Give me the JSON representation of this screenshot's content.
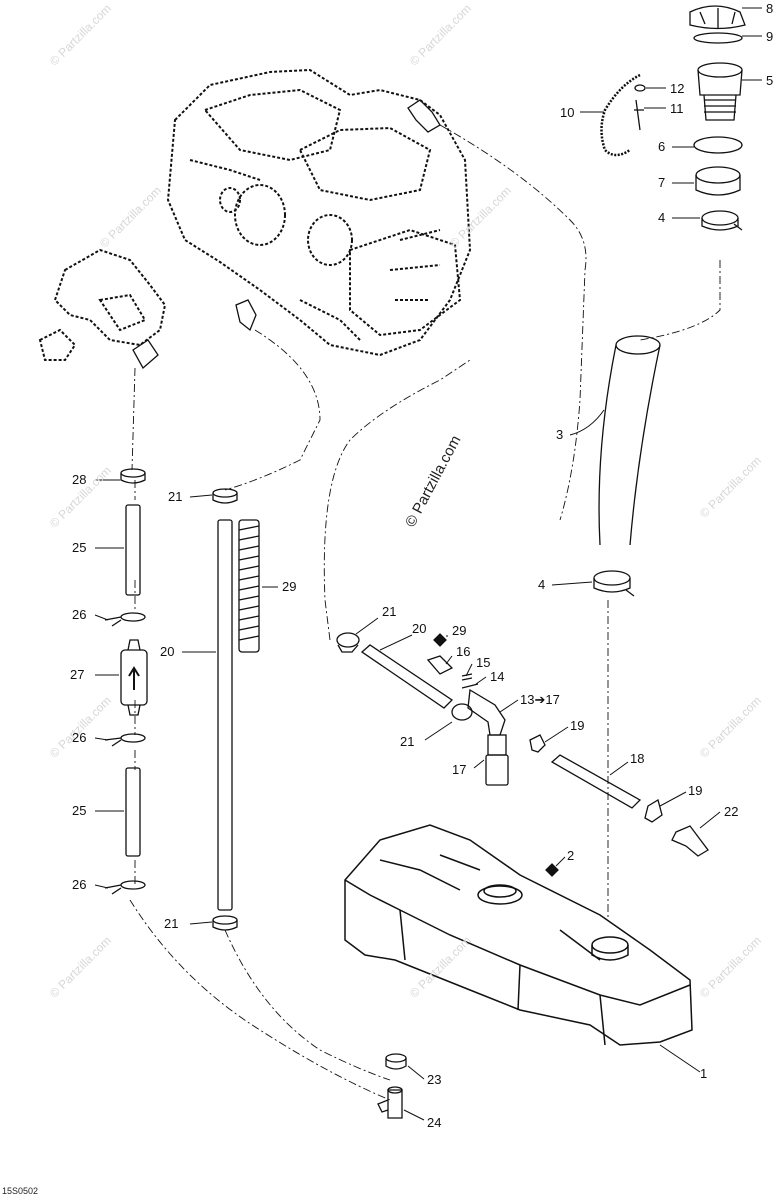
{
  "watermark": "© Partzilla.com",
  "center_watermark": "© Partzilla.com",
  "drawing_code": "15S0502",
  "callouts": [
    {
      "id": "c8",
      "text": "8"
    },
    {
      "id": "c9",
      "text": "9"
    },
    {
      "id": "c5",
      "text": "5"
    },
    {
      "id": "c12",
      "text": "12"
    },
    {
      "id": "c11",
      "text": "11"
    },
    {
      "id": "c10",
      "text": "10"
    },
    {
      "id": "c6",
      "text": "6"
    },
    {
      "id": "c7",
      "text": "7"
    },
    {
      "id": "c4a",
      "text": "4"
    },
    {
      "id": "c3",
      "text": "3"
    },
    {
      "id": "c4b",
      "text": "4"
    },
    {
      "id": "c28",
      "text": "28"
    },
    {
      "id": "c21a",
      "text": "21"
    },
    {
      "id": "c25a",
      "text": "25"
    },
    {
      "id": "c29a",
      "text": "29"
    },
    {
      "id": "c26a",
      "text": "26"
    },
    {
      "id": "c20a",
      "text": "20"
    },
    {
      "id": "c27",
      "text": "27"
    },
    {
      "id": "c26b",
      "text": "26"
    },
    {
      "id": "c25b",
      "text": "25"
    },
    {
      "id": "c26c",
      "text": "26"
    },
    {
      "id": "c21b",
      "text": "21"
    },
    {
      "id": "c21c",
      "text": "21"
    },
    {
      "id": "c20b",
      "text": "20"
    },
    {
      "id": "c29b",
      "text": "29"
    },
    {
      "id": "c16",
      "text": "16"
    },
    {
      "id": "c15",
      "text": "15"
    },
    {
      "id": "c14",
      "text": "14"
    },
    {
      "id": "c13",
      "text": "13➔17"
    },
    {
      "id": "c21d",
      "text": "21"
    },
    {
      "id": "c19a",
      "text": "19"
    },
    {
      "id": "c17",
      "text": "17"
    },
    {
      "id": "c18",
      "text": "18"
    },
    {
      "id": "c19b",
      "text": "19"
    },
    {
      "id": "c22",
      "text": "22"
    },
    {
      "id": "c2",
      "text": "2"
    },
    {
      "id": "c1",
      "text": "1"
    },
    {
      "id": "c23",
      "text": "23"
    },
    {
      "id": "c24",
      "text": "24"
    }
  ]
}
